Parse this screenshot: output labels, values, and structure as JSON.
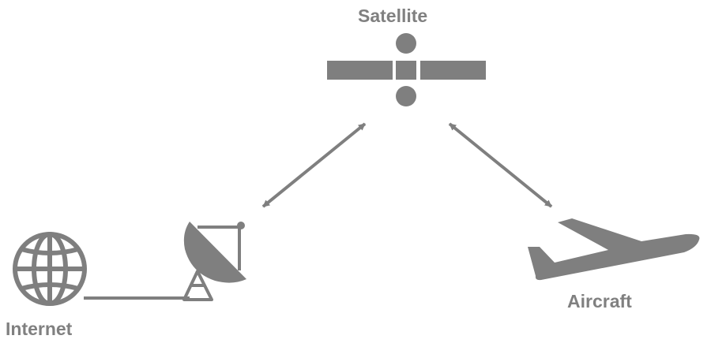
{
  "labels": {
    "satellite": "Satellite",
    "internet": "Internet",
    "aircraft": "Aircraft"
  },
  "nodes": [
    {
      "id": "satellite",
      "icon": "satellite-icon"
    },
    {
      "id": "ground-station",
      "icon": "satellite-dish-icon"
    },
    {
      "id": "internet",
      "icon": "globe-icon"
    },
    {
      "id": "aircraft",
      "icon": "airplane-icon"
    }
  ],
  "links": [
    {
      "from": "ground-station",
      "to": "satellite",
      "style": "double-arrow"
    },
    {
      "from": "satellite",
      "to": "aircraft",
      "style": "double-arrow"
    },
    {
      "from": "internet",
      "to": "ground-station",
      "style": "line"
    }
  ],
  "colors": {
    "icon": "#7f7f7f",
    "text": "#808080",
    "background": "#ffffff"
  }
}
